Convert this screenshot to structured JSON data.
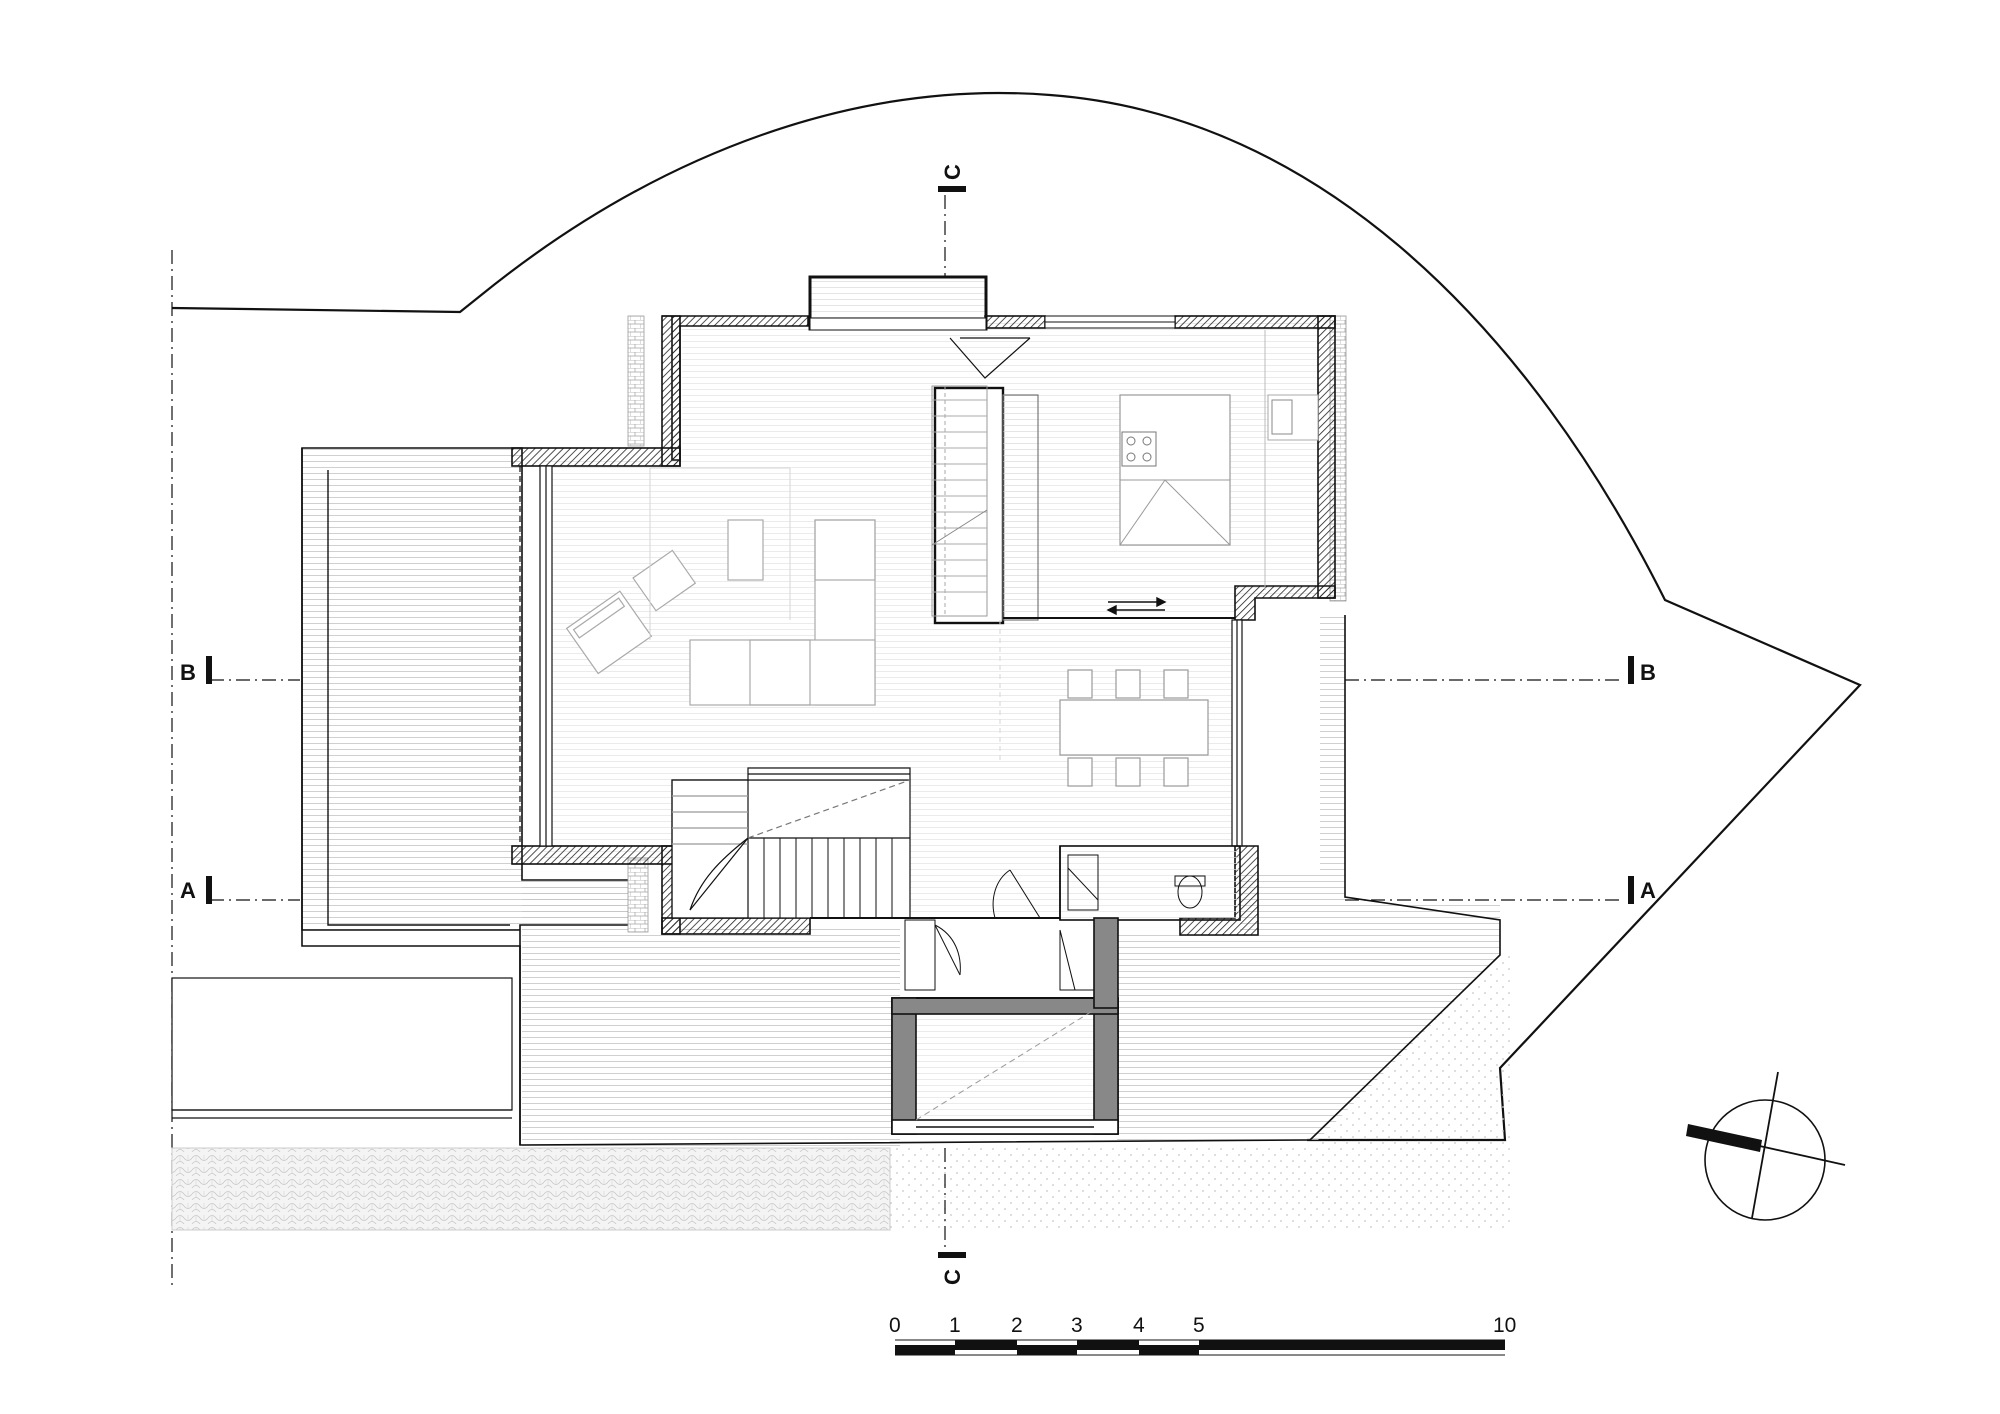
{
  "sections": {
    "a": "A",
    "b": "B",
    "c": "C"
  },
  "scale_bar": {
    "labels": [
      "0",
      "1",
      "2",
      "3",
      "4",
      "5",
      "10"
    ]
  },
  "north_arrow": {
    "icon": "north-arrow-icon"
  },
  "colors": {
    "ink": "#111111",
    "wall_fill": "#444444",
    "hatch": "#bbbbbb",
    "light_line": "#9a9a9a"
  }
}
